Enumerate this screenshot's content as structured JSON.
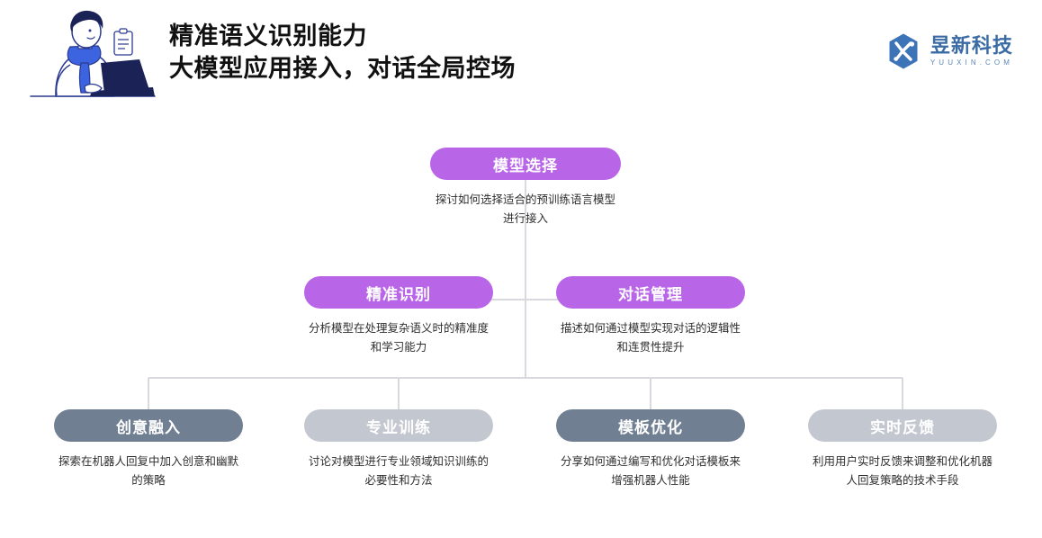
{
  "header": {
    "title_line1": "精准语义识别能力",
    "title_line2": "大模型应用接入，对话全局控场",
    "illustration_name": "person-working-on-laptop-illustration"
  },
  "brand": {
    "name": "昱新科技",
    "domain": "YUUXIN.COM",
    "logo_color": "#3a6ba5"
  },
  "colors": {
    "purple": "#b865e8",
    "slate": "#717f93",
    "light_gray": "#c3c8d0",
    "connector": "#d7d9de"
  },
  "diagram": {
    "root": {
      "label": "模型选择",
      "desc": "探讨如何选择适合的预训练语言模型进行接入",
      "color": "#b865e8"
    },
    "level2": [
      {
        "label": "精准识别",
        "desc": "分析模型在处理复杂语义时的精准度和学习能力",
        "color": "#b865e8"
      },
      {
        "label": "对话管理",
        "desc": "描述如何通过模型实现对话的逻辑性和连贯性提升",
        "color": "#b865e8"
      }
    ],
    "level3": [
      {
        "label": "创意融入",
        "desc": "探索在机器人回复中加入创意和幽默的策略",
        "color": "#717f93"
      },
      {
        "label": "专业训练",
        "desc": "讨论对模型进行专业领域知识训练的必要性和方法",
        "color": "#c3c8d0"
      },
      {
        "label": "模板优化",
        "desc": "分享如何通过编写和优化对话模板来增强机器人性能",
        "color": "#717f93"
      },
      {
        "label": "实时反馈",
        "desc": "利用用户实时反馈来调整和优化机器人回复策略的技术手段",
        "color": "#c3c8d0"
      }
    ]
  }
}
